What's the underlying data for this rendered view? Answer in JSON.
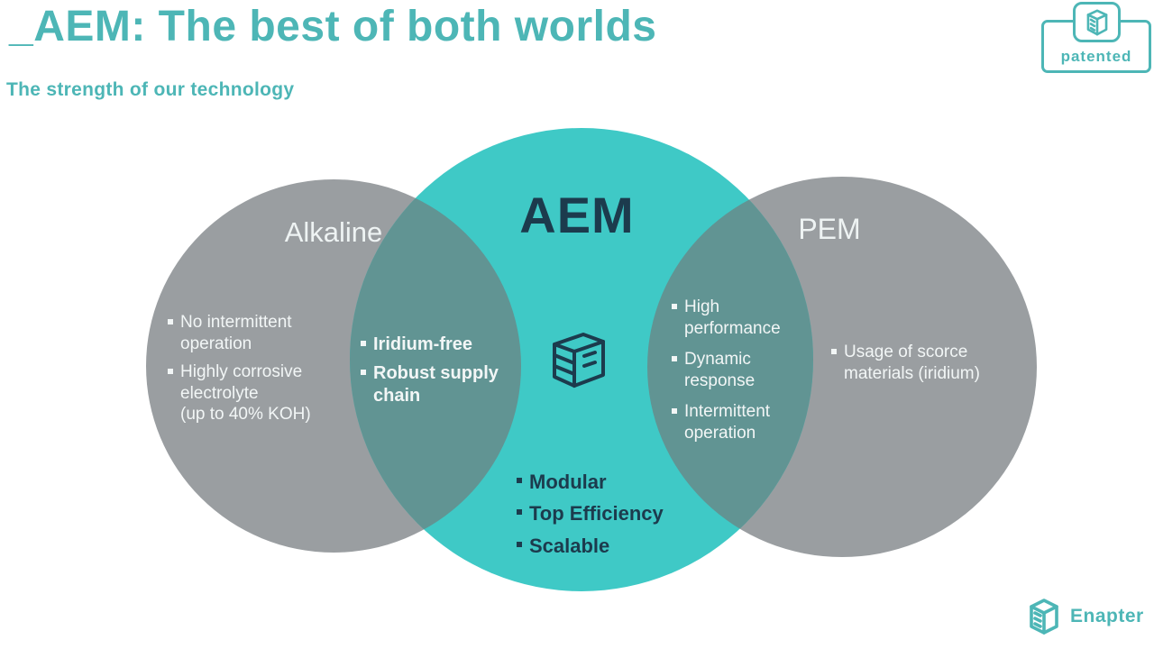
{
  "header": {
    "title": "_AEM: The best of both worlds",
    "subtitle": "The strength of our technology"
  },
  "badge": {
    "label": "patented",
    "icon": "enapter-stack-icon"
  },
  "venn": {
    "alkaline": {
      "title": "Alkaline",
      "bullets": [
        "No intermittent\noperation",
        "Highly corrosive\nelectrolyte\n(up to 40% KOH)"
      ]
    },
    "alkaline_aem_overlap": {
      "bullets": [
        "Iridium-free",
        "Robust supply\nchain"
      ]
    },
    "aem": {
      "title": "AEM",
      "icon": "electrolyser-stack-icon",
      "bullets": [
        "Modular",
        "Top Efficiency",
        "Scalable"
      ]
    },
    "aem_pem_overlap": {
      "bullets": [
        "High\nperformance",
        "Dynamic\nresponse",
        "Intermittent\noperation"
      ]
    },
    "pem": {
      "title": "PEM",
      "bullets": [
        "Usage of scorce\nmaterials (iridium)"
      ]
    }
  },
  "footer": {
    "brand": "Enapter",
    "icon": "enapter-cube-icon"
  },
  "colors": {
    "brand_teal": "#4db6b6",
    "aem_turquoise": "#3fc9c6",
    "circle_gray": "#9a9ea1",
    "overlap_teal_gray": "#619493",
    "navy_text": "#1c3b4d",
    "light_text": "#f2f6f6",
    "background": "#ffffff"
  }
}
